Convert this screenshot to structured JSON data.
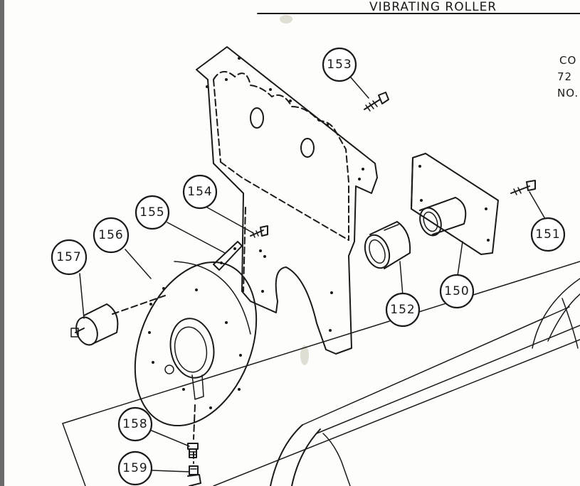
{
  "header": {
    "title": "VIBRATING ROLLER"
  },
  "side_note": {
    "lines": [
      "CO",
      "72",
      "NO."
    ]
  },
  "parts": [
    {
      "id": "150",
      "label": "150"
    },
    {
      "id": "151",
      "label": "151"
    },
    {
      "id": "152",
      "label": "152"
    },
    {
      "id": "153",
      "label": "153"
    },
    {
      "id": "154",
      "label": "154"
    },
    {
      "id": "155",
      "label": "155"
    },
    {
      "id": "156",
      "label": "156"
    },
    {
      "id": "157",
      "label": "157"
    },
    {
      "id": "158",
      "label": "158"
    },
    {
      "id": "159",
      "label": "159"
    }
  ],
  "colors": {
    "ink": "#1a1a1a",
    "paper": "#fdfdfb",
    "left_border": "#6b6b6b"
  }
}
